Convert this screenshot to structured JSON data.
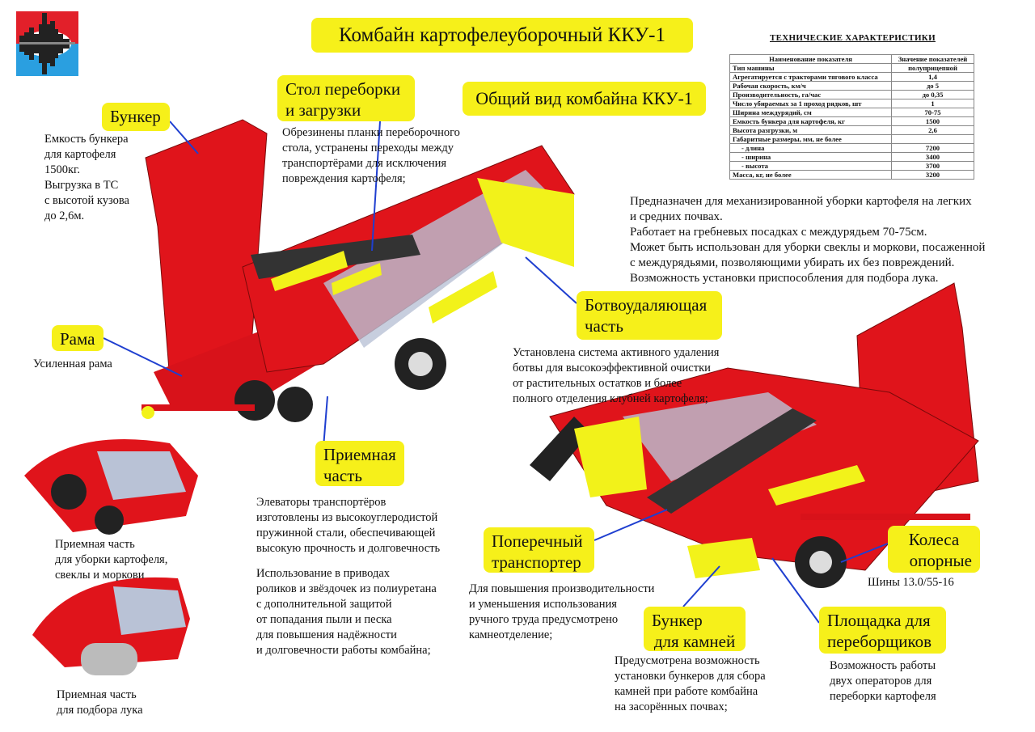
{
  "title": "Комбайн картофелеуборочный ККУ-1",
  "subtitle": "Общий вид комбайна ККУ-1",
  "colors": {
    "label_bg": "#f6f01a",
    "machine_red": "#e0141b",
    "machine_yellow": "#f2f21a",
    "pointer": "#1f3fd0"
  },
  "specs": {
    "title": "ТЕХНИЧЕСКИЕ ХАРАКТЕРИСТИКИ",
    "headers": [
      "Наименование показателя",
      "Значение показателей"
    ],
    "rows": [
      {
        "name": "Тип машины",
        "value": "полуприцепной"
      },
      {
        "name": "Агрегатируется с тракторами тягового класса",
        "value": "1,4"
      },
      {
        "name": "Рабочая скорость, км/ч",
        "value": "до 5"
      },
      {
        "name": "Производительность, га/час",
        "value": "до 0,35"
      },
      {
        "name": "Число убираемых за 1 проход рядков, шт",
        "value": "1"
      },
      {
        "name": "Ширина междурядий, см",
        "value": "70-75"
      },
      {
        "name": "Емкость бункера для картофеля, кг",
        "value": "1500"
      },
      {
        "name": "Высота разгрузки, м",
        "value": "2,6"
      },
      {
        "name": "Габаритные размеры, мм, не более",
        "value": ""
      },
      {
        "name": "- длина",
        "value": "7200"
      },
      {
        "name": "- ширина",
        "value": "3400"
      },
      {
        "name": "- высота",
        "value": "3700"
      },
      {
        "name": "Масса, кг, не более",
        "value": "3200"
      }
    ]
  },
  "intro": [
    "Предназначен для механизированной уборки картофеля на легких",
    "и средних почвах.",
    "Работает на гребневых посадках с междурядьем 70-75см.",
    "Может быть использован для уборки свеклы и моркови, посаженной",
    "с междурядьями, позволяющими убирать их без повреждений.",
    "Возможность установки приспособления для подбора лука."
  ],
  "callouts": {
    "bunker": {
      "label": "Бункер",
      "text": [
        "Емкость бункера",
        "для картофеля",
        "1500кг.",
        "Выгрузка в ТС",
        "с высотой кузова",
        "до 2,6м."
      ]
    },
    "table": {
      "label": [
        "Стол переборки",
        "и загрузки"
      ],
      "text": [
        "Обрезинены планки переборочного",
        "стола, устранены переходы между",
        "транспортёрами для исключения",
        "повреждения картофеля;"
      ]
    },
    "frame": {
      "label": "Рама",
      "text": "Усиленная рама"
    },
    "haulm": {
      "label": [
        "Ботвоудаляющая",
        "часть"
      ],
      "text": [
        "Установлена система активного удаления",
        "ботвы для высокоэффективной  очистки",
        "от  растительных остатков и более",
        "полного отделения клубней картофеля;"
      ]
    },
    "intake": {
      "label": [
        "Приемная",
        "часть"
      ],
      "text": [
        "Элеваторы транспортёров",
        "изготовлены из высокоуглеродистой",
        "пружинной стали, обеспечивающей",
        "высокую прочность и долговечность"
      ],
      "text2": [
        "Использование в приводах",
        "роликов и звёздочек из полиуретана",
        "с дополнительной защитой",
        "от попадания пыли и песка",
        "для повышения надёжности",
        "и долговечности работы комбайна;"
      ]
    },
    "cross": {
      "label": [
        "Поперечный",
        "транспортер"
      ],
      "text": [
        "Для повышения производительности",
        "и уменьшения использования",
        "ручного труда предусмотрено",
        "камнеотделение;"
      ]
    },
    "stones": {
      "label": [
        "Бункер",
        "для камней"
      ],
      "text": [
        "Предусмотрена возможность",
        "установки бункеров для сбора",
        "камней при работе комбайна",
        "на засорённых почвах;"
      ]
    },
    "wheels": {
      "label": [
        "Колеса",
        "опорные"
      ],
      "text": "Шины 13.0/55-16"
    },
    "platform": {
      "label": [
        "Площадка для",
        "переборщиков"
      ],
      "text": [
        "Возможность работы",
        "двух операторов для",
        "переборки картофеля"
      ]
    }
  },
  "insets": {
    "beet": [
      "Приемная часть",
      "для уборки картофеля,",
      "свеклы и моркови"
    ],
    "onion": [
      "Приемная часть",
      "для подбора лука"
    ]
  }
}
